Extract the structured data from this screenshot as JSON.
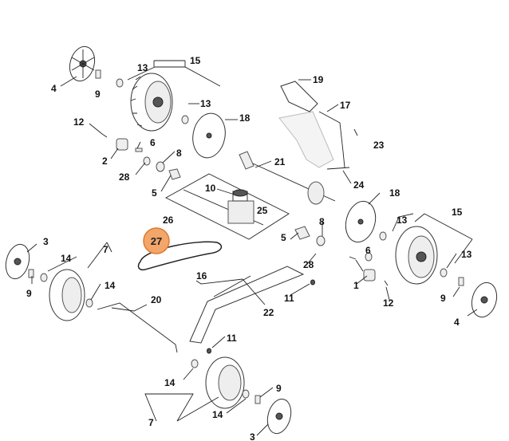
{
  "diagram": {
    "highlighted_part": "27",
    "highlight_color": "#f2a66a",
    "highlight_stroke": "#e07a2e",
    "labels": {
      "p15a": "15",
      "p13a": "13",
      "p4a": "4",
      "p9a": "9",
      "p13b": "13",
      "p19": "19",
      "p17": "17",
      "p23": "23",
      "p12a": "12",
      "p18a": "18",
      "p6a": "6",
      "p2": "2",
      "p8a": "8",
      "p28a": "28",
      "p21": "21",
      "p24": "24",
      "p5a": "5",
      "p10": "10",
      "p25": "25",
      "p26": "26",
      "p18b": "18",
      "p13c": "13",
      "p15b": "15",
      "p8b": "8",
      "p3a": "3",
      "p27": "27",
      "p7a": "7",
      "p14a": "14",
      "p9b": "9",
      "p14b": "14",
      "p5b": "5",
      "p6b": "6",
      "p28b": "28",
      "p1": "1",
      "p13d": "13",
      "p16": "16",
      "p11a": "11",
      "p12b": "12",
      "p9c": "9",
      "p4b": "4",
      "p20": "20",
      "p22": "22",
      "p11b": "11",
      "p14c": "14",
      "p9d": "9",
      "p7b": "7",
      "p14d": "14",
      "p3b": "3"
    }
  }
}
